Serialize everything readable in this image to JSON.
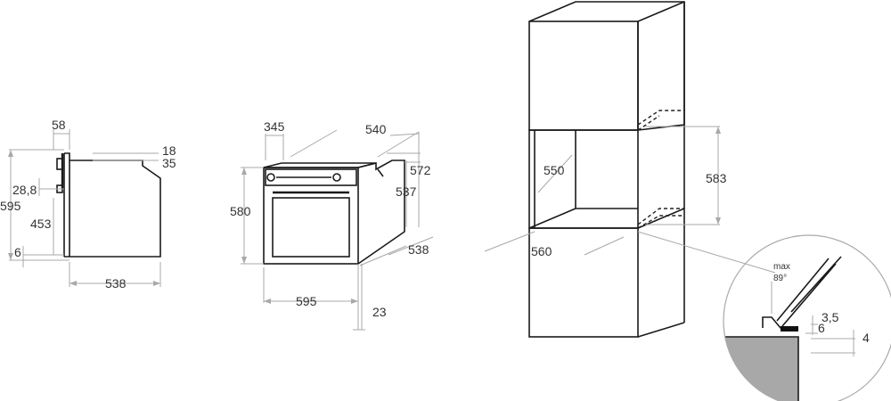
{
  "side_view": {
    "top_width": "58",
    "top_offset_a": "18",
    "top_offset_b": "35",
    "total_height": "595",
    "panel_offset": "28,8",
    "body_height": "453",
    "bottom_offset": "6",
    "depth": "538"
  },
  "front_view": {
    "top_offset": "345",
    "top_depth": "540",
    "right_height": "572",
    "inner_height": "537",
    "front_height": "580",
    "base_depth": "538",
    "width": "595",
    "bottom_offset": "23"
  },
  "cabinet": {
    "niche_depth": "550",
    "niche_width": "560",
    "niche_height": "583"
  },
  "detail": {
    "angle_label_line1": "max",
    "angle_label_line2": "89°",
    "gap_a": "3,5",
    "gap_b": "6",
    "gap_c": "4"
  }
}
